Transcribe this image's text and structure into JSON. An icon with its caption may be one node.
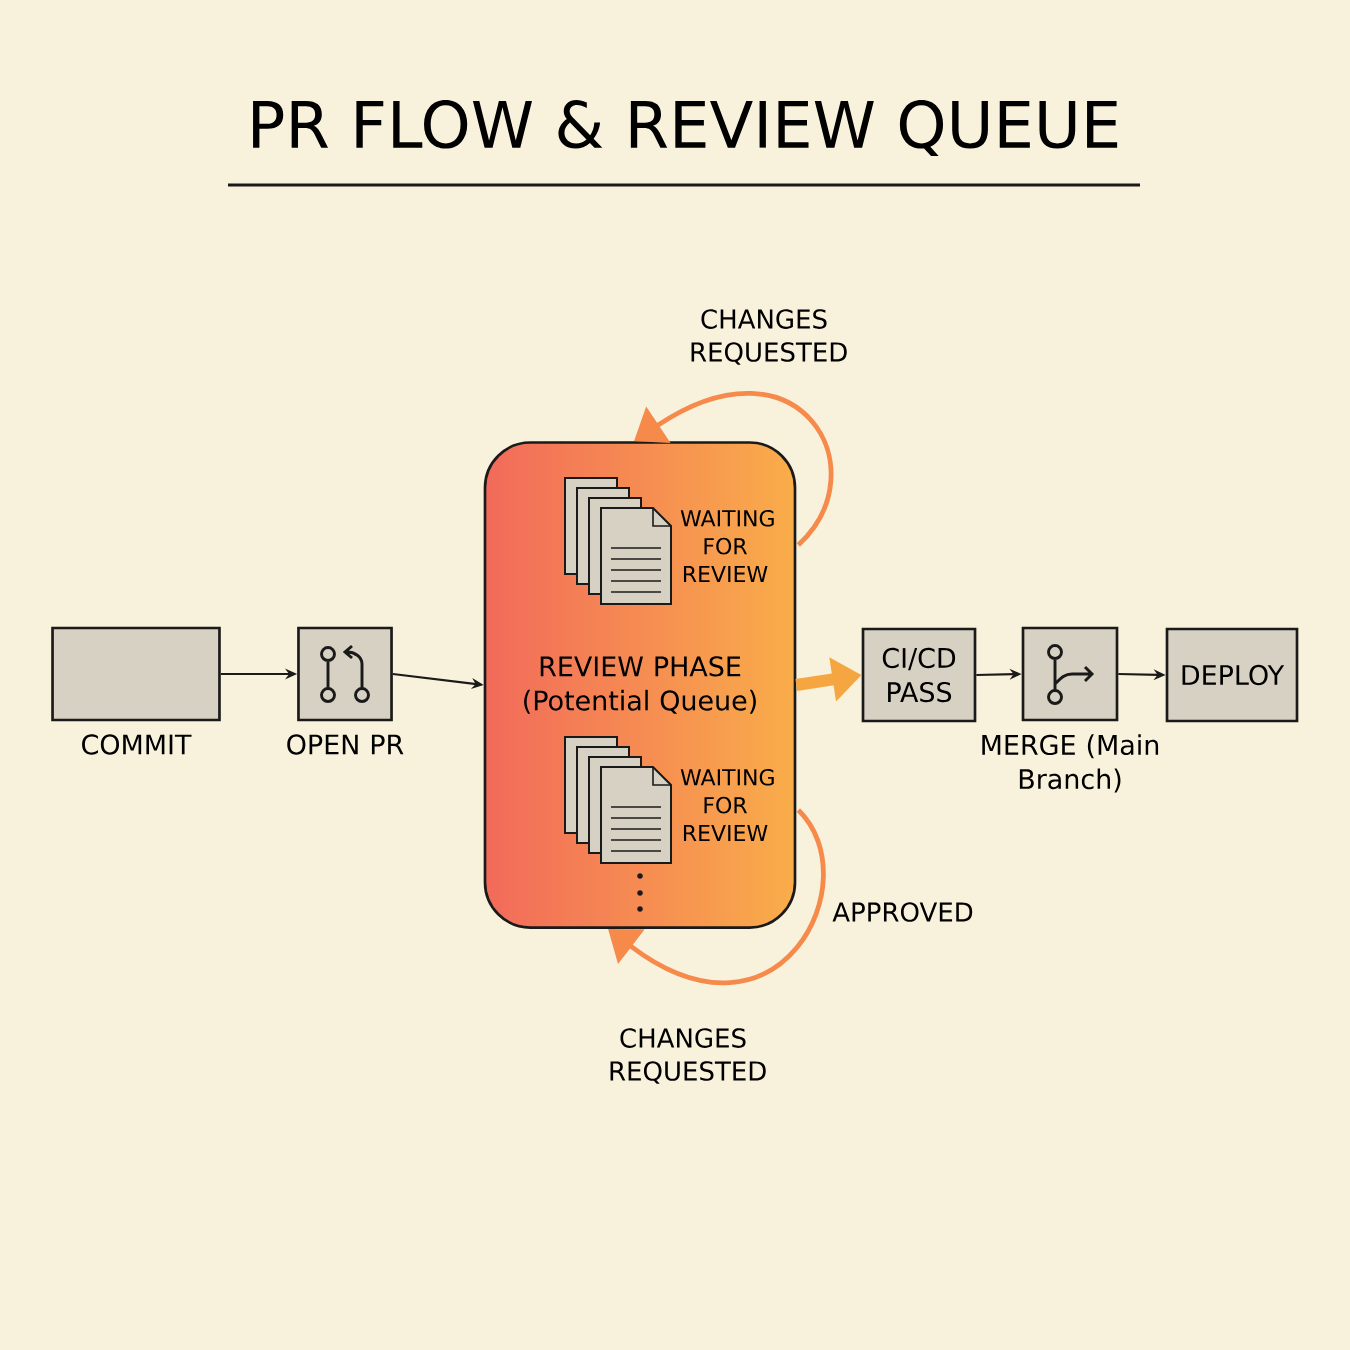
{
  "diagram": {
    "title": "PR FLOW & REVIEW QUEUE",
    "nodes": [
      {
        "text": [],
        "shape": "box",
        "beside": [
          "COMMIT"
        ]
      },
      {
        "text": [],
        "shape": "box",
        "beside": [
          "OPEN PR"
        ]
      },
      {
        "text": [
          "REVIEW PHASE (Potential Queue)"
        ]
      },
      {
        "text": [
          "CI/CD PASS"
        ]
      },
      {
        "text": [],
        "shape": "box",
        "beside": [
          "MERGE (Main Branch)"
        ]
      },
      {
        "text": [
          "DEPLOY"
        ]
      }
    ],
    "edges": [
      {
        "from": 0,
        "to": 1,
        "arrow": "to"
      },
      {
        "from": 1,
        "to": 2,
        "arrow": "to"
      },
      {
        "from": 2,
        "to": 3,
        "arrow": "to",
        "style": "thick",
        "color": "#f6a640"
      },
      {
        "from": 3,
        "to": 4,
        "arrow": "to"
      },
      {
        "from": 4,
        "to": 5,
        "arrow": "to"
      },
      {
        "from": 2,
        "to": 2,
        "arrow": "to",
        "label": "CHANGES REQUESTED",
        "style": "thick",
        "color": "#f58a4a"
      },
      {
        "from": 2,
        "to": 2,
        "arrow": "to",
        "label": "CHANGES REQUESTED",
        "style": "thick",
        "color": "#f58a4a"
      }
    ],
    "labels": [
      "WAITING FOR REVIEW",
      "WAITING FOR REVIEW",
      "APPROVED"
    ]
  }
}
